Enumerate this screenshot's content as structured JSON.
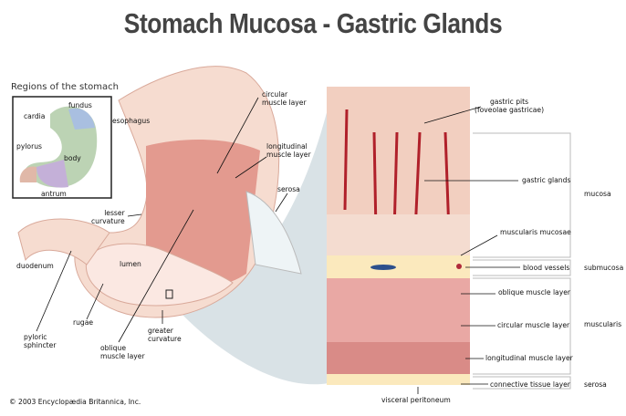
{
  "title": "Stomach Mucosa - Gastric Glands",
  "inset": {
    "heading": "Regions of the stomach",
    "regions": [
      "fundus",
      "cardia",
      "pylorus",
      "body",
      "antrum"
    ]
  },
  "stomach_labels": {
    "esophagus": "esophagus",
    "circular": [
      "circular",
      "muscle layer"
    ],
    "longitudinal": [
      "longitudinal",
      "muscle layer"
    ],
    "serosa": "serosa",
    "lesser": [
      "lesser",
      "curvature"
    ],
    "duodenum": "duodenum",
    "lumen": "lumen",
    "rugae": "rugae",
    "pyloric": [
      "pyloric",
      "sphincter"
    ],
    "oblique": [
      "oblique",
      "muscle layer"
    ],
    "greater": [
      "greater",
      "curvature"
    ]
  },
  "tissue_labels": {
    "gastric_pits": [
      "gastric pits",
      "(foveolae gastricae)"
    ],
    "gastric_glands": "gastric glands",
    "muscularis_mucosae": "muscularis mucosae",
    "blood_vessels": "blood vessels",
    "oblique": "oblique muscle layer",
    "circular": "circular muscle layer",
    "longitudinal": "longitudinal muscle layer",
    "connective": "connective tissue layer",
    "visceral": "visceral peritoneum"
  },
  "layers": [
    "mucosa",
    "submucosa",
    "muscularis",
    "serosa"
  ],
  "copyright": "© 2003 Encyclopædia Britannica, Inc."
}
